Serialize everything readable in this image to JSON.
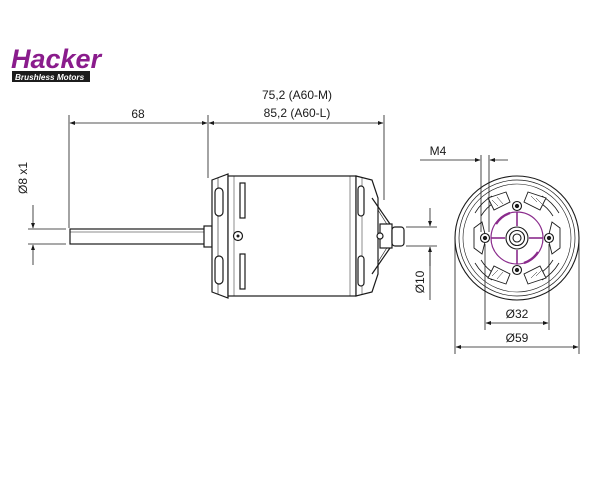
{
  "logo": {
    "brand": "Hacker",
    "tagline": "Brushless Motors",
    "colors": {
      "brand": "#8a1c8c",
      "tagline_bg": "#1c1c1c",
      "tagline_text": "#ffffff"
    }
  },
  "dimensions": {
    "shaft_length": "68",
    "length_m": "75,2 (A60-M)",
    "length_l": "85,2 (A60-L)",
    "shaft_diameter": "Ø8 x1",
    "collar_diameter": "Ø10",
    "thread": "M4",
    "bolt_circle": "Ø32",
    "outer_diameter": "Ø59"
  },
  "colors": {
    "line": "#1a1a1a",
    "accent": "#8a2b8c"
  }
}
